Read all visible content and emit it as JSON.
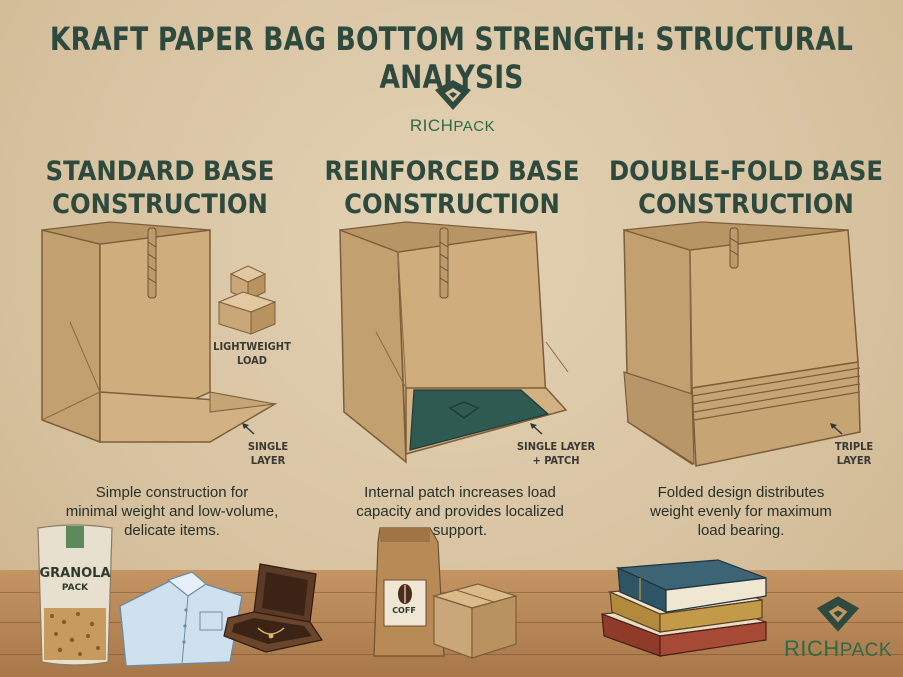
{
  "title": "KRAFT PAPER BAG BOTTOM STRENGTH: STRUCTURAL ANALYSIS",
  "brand": {
    "name_rich": "RICH",
    "name_pack": "PACK",
    "icon": "richpack-logo-icon"
  },
  "columns": [
    {
      "title_line1": "STANDARD BASE",
      "title_line2": "CONSTRUCTION",
      "layer_label_line1": "SINGLE",
      "layer_label_line2": "LAYER",
      "load_label_line1": "LIGHTWEIGHT",
      "load_label_line2": "LOAD",
      "desc_line1": "Simple construction for",
      "desc_line2": "minimal weight and low-volume,",
      "desc_line3": "delicate items.",
      "package_label_line1": "GRANOLA",
      "package_label_line2": "PACK"
    },
    {
      "title_line1": "REINFORCED BASE",
      "title_line2": "CONSTRUCTION",
      "layer_label_line1": "SINGLE LAYER",
      "layer_label_line2": "+ PATCH",
      "desc_line1": "Internal patch increases load",
      "desc_line2": "capacity and provides localized",
      "desc_line3": "support.",
      "package_label": "COFF"
    },
    {
      "title_line1": "DOUBLE-FOLD BASE",
      "title_line2": "CONSTRUCTION",
      "layer_label_line1": "TRIPLE",
      "layer_label_line2": "LAYER",
      "desc_line1": "Folded design distributes",
      "desc_line2": "weight evenly for maximum",
      "desc_line3": "load bearing."
    }
  ],
  "colors": {
    "background": "#dbc7a6",
    "title": "#2e4a3e",
    "kraft": "#c9a778",
    "kraft_dark": "#a9855a",
    "patch": "#2f5a52",
    "brand_green": "#2e6a47",
    "floor": "#b9885a"
  }
}
